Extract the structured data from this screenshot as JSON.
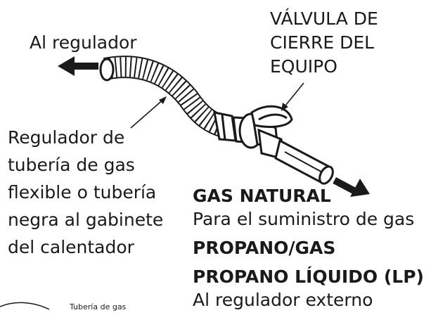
{
  "labels": {
    "to_regulator": "Al regulador",
    "shutoff_valve": [
      "VÁLVULA DE",
      "CIERRE DEL",
      "EQUIPO"
    ],
    "flex_line": [
      "Regulador de",
      "tubería de gas",
      "flexible o tubería",
      "negra al gabinete",
      "del calentador"
    ],
    "natural_gas": "GAS NATURAL",
    "natural_gas_desc": "Para el suministro de gas",
    "propane": "PROPANO/GAS",
    "lp": "PROPANO LÍQUIDO (LP)",
    "lp_desc": "Al regulador externo",
    "small_caption": "Tubería de gas"
  }
}
